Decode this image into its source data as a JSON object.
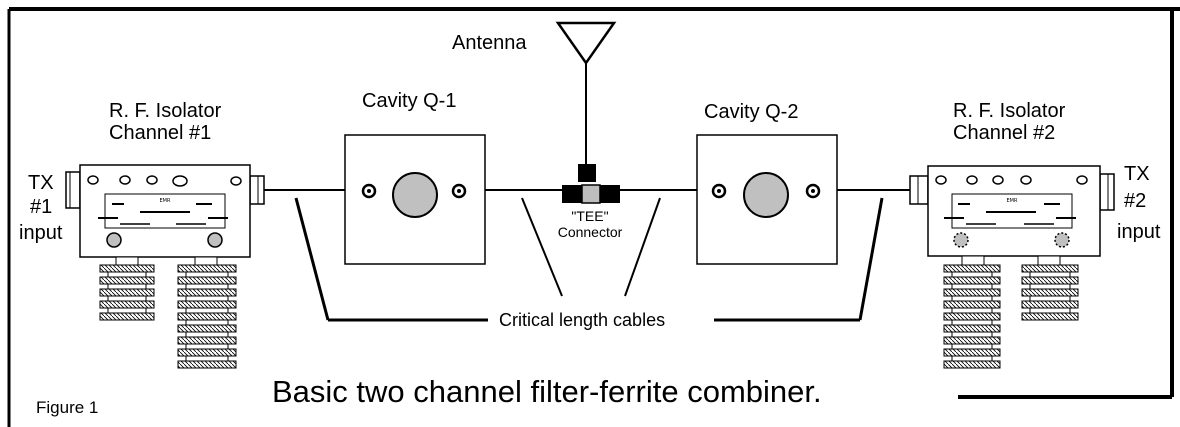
{
  "diagram": {
    "labels": {
      "antenna": "Antenna",
      "isolator1_line1": "R. F. Isolator",
      "isolator1_line2": "Channel #1",
      "isolator2_line1": "R. F. Isolator",
      "isolator2_line2": "Channel #2",
      "cavity1": "Cavity Q-1",
      "cavity2": "Cavity Q-2",
      "tee_line1": "\"TEE\"",
      "tee_line2": "Connector",
      "tx1_line1": "TX",
      "tx1_line2": "#1",
      "tx1_line3": "input",
      "tx2_line1": "TX",
      "tx2_line2": "#2",
      "tx2_line3": "input",
      "cables": "Critical length cables",
      "caption": "Basic two channel filter-ferrite combiner.",
      "figure": "Figure 1"
    },
    "colors": {
      "line": "#000000",
      "box_fill": "#ffffff",
      "knob": "#c0c0c0",
      "tee_center": "#bdbdbd"
    }
  }
}
